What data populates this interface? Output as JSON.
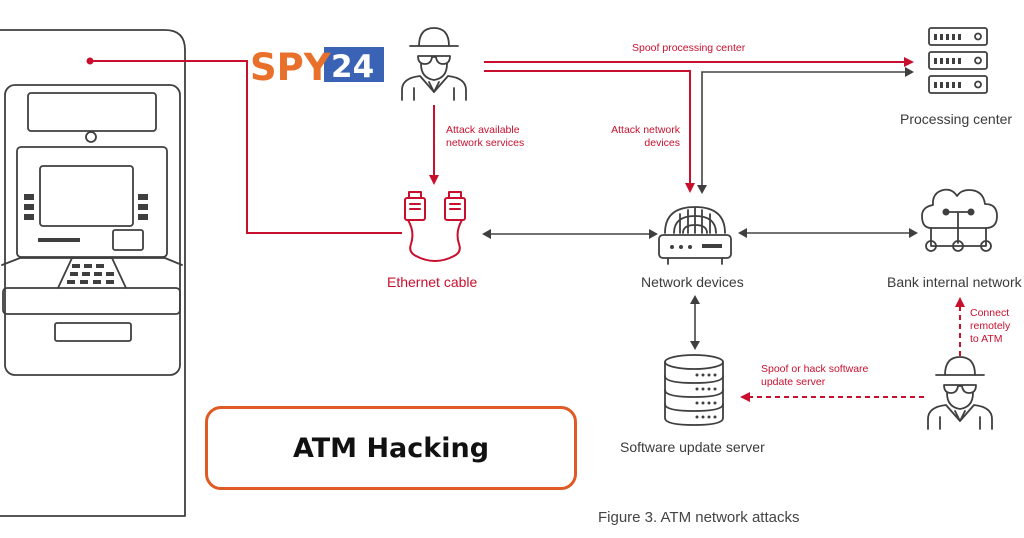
{
  "logo": {
    "brand_text": "SPY",
    "brand_number": "24",
    "colors": {
      "orange": "#e8702a",
      "blue": "#3a63b6"
    }
  },
  "nodes": {
    "processing_center": "Processing center",
    "ethernet_cable": "Ethernet cable",
    "network_devices": "Network devices",
    "bank_internal_network": "Bank internal network",
    "software_update_server": "Software update server"
  },
  "annotations": {
    "spoof_processing_center": "Spoof processing center",
    "attack_services_line1": "Attack available",
    "attack_services_line2": "network services",
    "attack_devices_line1": "Attack network",
    "attack_devices_line2": "devices",
    "connect_line1": "Connect",
    "connect_line2": "remotely",
    "connect_line3": "to ATM",
    "spoof_update_line1": "Spoof or hack software",
    "spoof_update_line2": "update server"
  },
  "title_box": "ATM Hacking",
  "caption": "Figure 3. ATM network attacks",
  "icons": [
    "atm-icon",
    "hacker-icon",
    "server-rack-icon",
    "ethernet-cable-icon",
    "router-icon",
    "cloud-network-icon",
    "database-server-icon"
  ],
  "colors": {
    "attack_red": "#c8102e",
    "device_gray": "#3f3f3f",
    "title_border": "#e05a26"
  }
}
